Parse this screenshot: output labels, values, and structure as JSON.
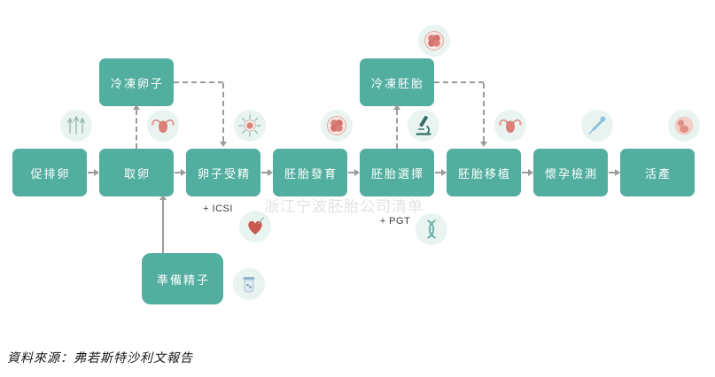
{
  "watermark": "浙江宁波胚胎公司清单",
  "source_note": "資料來源：弗若斯特沙利文報告",
  "colors": {
    "box_teal": "#52ae9f",
    "arrow_gray": "#9b9b9b",
    "icon_bg": "#e9f4f1",
    "accent_red": "#db8078",
    "accent_teal": "#5fa89f"
  },
  "flow": {
    "main_steps": [
      {
        "label": "促排卵",
        "icon": "syringes-icon"
      },
      {
        "label": "取卵",
        "icon": "uterus-icon"
      },
      {
        "label": "卵子受精",
        "icon": "fertilization-icon",
        "annotation": "+ ICSI",
        "annotation_icon": "heart-embryo-icon"
      },
      {
        "label": "胚胎發育",
        "icon": "embryo-cells-icon"
      },
      {
        "label": "胚胎選擇",
        "icon": "microscope-icon",
        "annotation": "+ PGT",
        "annotation_icon": "dna-icon"
      },
      {
        "label": "胚胎移植",
        "icon": "uterus-icon"
      },
      {
        "label": "懷孕檢測",
        "icon": "dropper-icon"
      },
      {
        "label": "活產",
        "icon": "newborn-icon"
      }
    ],
    "optional_steps": [
      {
        "label": "冷凍卵子",
        "connects_from": "取卵",
        "connects_to": "卵子受精"
      },
      {
        "label": "冷凍胚胎",
        "connects_from": "胚胎選擇",
        "connects_to": "胚胎移植",
        "icon": "embryo-cells-icon"
      }
    ],
    "prep_step": {
      "label": "準備精子",
      "connects_to": "取卵",
      "icon": "sperm-sample-icon"
    }
  }
}
